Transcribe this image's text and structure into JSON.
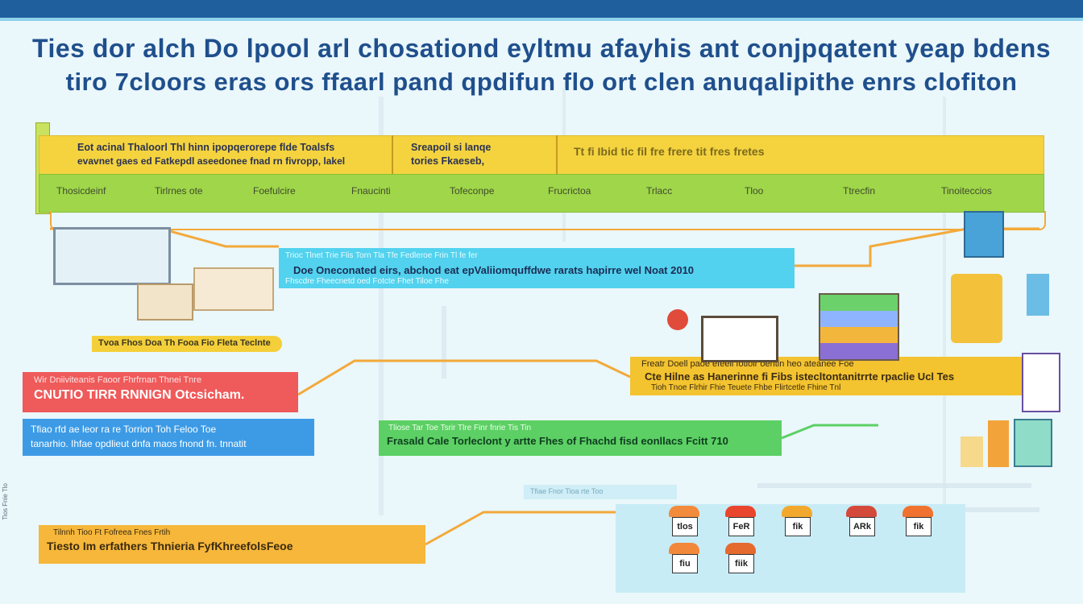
{
  "title": {
    "line1": "Ties dor alch Do lpool arl chosationd eyltmu afayhis ant conjpqatent yeap bdens",
    "line2": "tiro 7cloors eras ors ffaarl pand qpdifun flo ort clen anuqalipithe enrs clofiton"
  },
  "top_band": {
    "segment1_line1": "Eot acinal Thaloorl Thl hinn ipopqerorepe flde Toalsfs",
    "segment1_line2": "evavnet gaes ed Fatkepdl aseedonee fnad rn fivropp, lakel",
    "segment2_line1": "Sreapoil si lanqe",
    "segment2_line2": "tories Fkaeseb,",
    "segment3_line1": "Tt fi  Ibid  tic fil  fre  frere  tit  fres  fretes",
    "green_labels": [
      "Thosicdeinf",
      "Tirlrnes ote",
      "Foefulcire",
      "Fnaucinti",
      "Tofeconpe",
      "Frucrictoa",
      "Trlacc",
      "Tloo",
      "Ttrecfin",
      "Tinoiteccios"
    ]
  },
  "callouts": {
    "cyan": {
      "small": "Trioc Tlnet Trie Flis Torn Tla Tfe Fedleroe Frin Tl fe fer",
      "main": "Doe Oneconated eirs, abchod eat epValiiomquffdwe rarats hapirre wel Noat 2010",
      "sub": "Fhscdre Fheecnetd oed Fotcte Fhet Tiloe Fhe"
    },
    "yellow_small": "Tvoa Fhos Doa Th Fooa Fio Fleta Teclnte",
    "red": {
      "small": "Wir Dniiviteanis Faoor Fhrfrnan Thnei Tnre",
      "main": "CNUTIO TIRR RNNIGN Otcsicham."
    },
    "blue": {
      "line1": "Tfiao rfd ae leor ra re Torrion Toh Feloo Toe",
      "line2": "tanarhio. Ihfae opdlieut dnfa maos fnond fn. tnnatit"
    },
    "amber_right": {
      "small": "Freatr Doell paoe efeeil fotiolr oentin heo ateanee Foe",
      "main": "Cte Hilne as Hanerinne fi Fibs istecltontanitrrte rpaclie Ucl Tes",
      "sub": "Tioh Tnoe Flrhir Fhie Teuete Fhbe Flirtcetle Fhine Tnl"
    },
    "green": {
      "small": "Tliose Tar Toe Tsrir Tlre Finr fnrie Tis Tin",
      "main": "Frasald Cale Torleclont y artte Fhes of Fhachd fisd eonllacs Fcitt 710"
    },
    "orange": {
      "small": "Tilnnh Tioo Ft Fofreea Fnes Frtih",
      "main": "Tiesto Im erfathers Thnieria FyfKhreefolsFeoe"
    }
  },
  "icon_panel": {
    "header": "Tfiae Fnor Tioa rte Too",
    "icons": [
      {
        "label": "tlos",
        "color": "#f28b3c"
      },
      {
        "label": "FeR",
        "color": "#e9462d"
      },
      {
        "label": "fik",
        "color": "#f2a82c"
      },
      {
        "label": "ARk",
        "color": "#d44a3a"
      },
      {
        "label": "fik",
        "color": "#f0722e"
      },
      {
        "label": "fiu",
        "color": "#f2883a"
      },
      {
        "label": "fiik",
        "color": "#e56a2d"
      }
    ]
  },
  "side_caption": "Tios Fnie Tlo",
  "colors": {
    "header_bar": "#1f5f9e",
    "title": "#1f4f8c",
    "yellow": "#f4d33f",
    "green": "#9fd64a",
    "cyan": "#52d2ee",
    "red": "#ef5a5a",
    "blue": "#3d9be6",
    "amber": "#f3c330",
    "connector": "#f3a93a"
  }
}
